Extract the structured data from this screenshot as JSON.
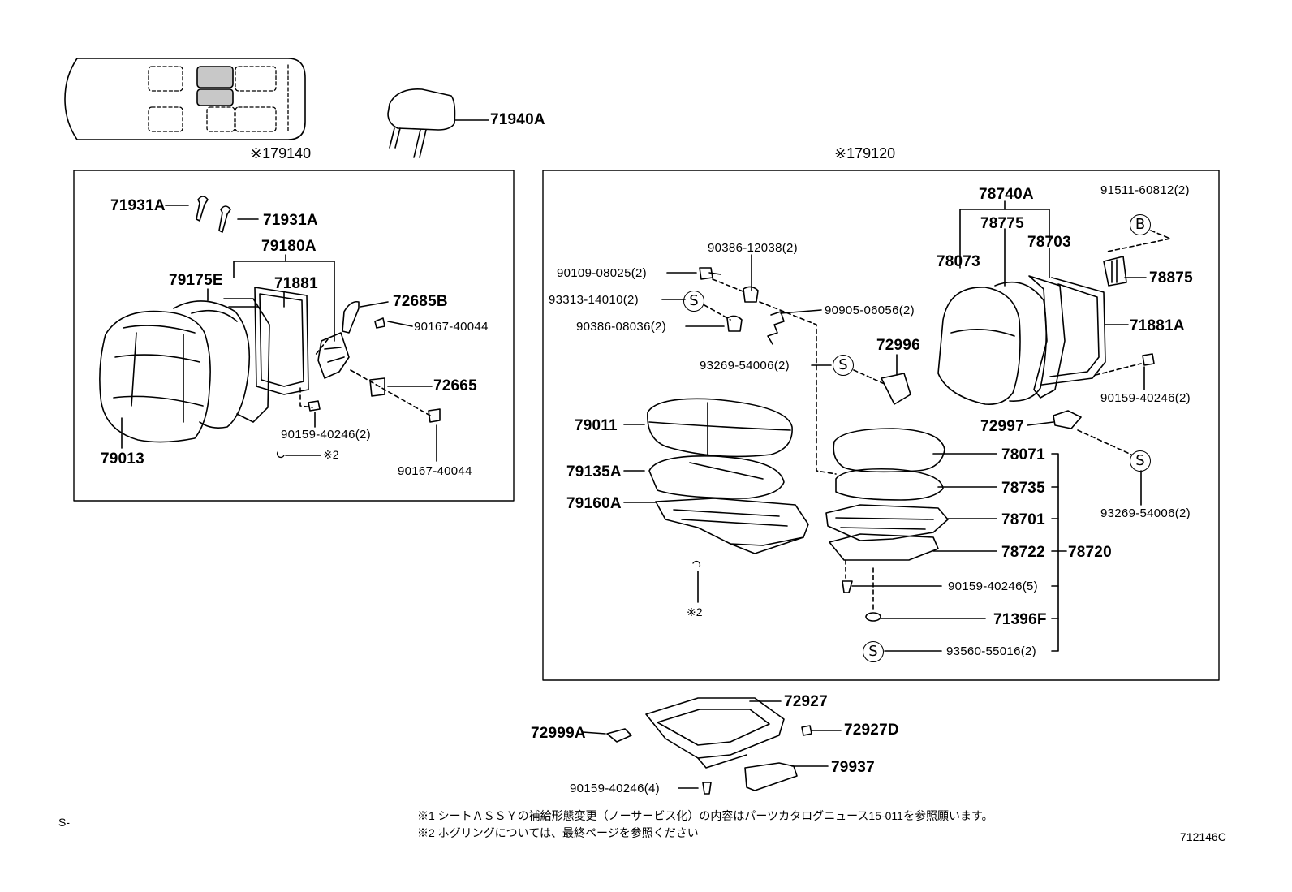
{
  "header": {
    "left_assembly": "※179140",
    "right_assembly": "※179120",
    "headrest_part": "71940A"
  },
  "left_box": {
    "parts": {
      "p71931a_1": "71931A",
      "p71931a_2": "71931A",
      "p79180a": "79180A",
      "p79175e": "79175E",
      "p71881": "71881",
      "p72685b": "72685B",
      "p90167_40044_a": "90167-40044",
      "p72665": "72665",
      "p90159_40246_2": "90159-40246(2)",
      "p79013": "79013",
      "p90167_40044_b": "90167-40044",
      "ref2": "※2"
    }
  },
  "right_box": {
    "parts": {
      "p78740a": "78740A",
      "p91511_60812": "91511-60812(2)",
      "p78775": "78775",
      "p78703": "78703",
      "p78073": "78073",
      "p90386_12038": "90386-12038(2)",
      "p90109_08025": "90109-08025(2)",
      "p78875": "78875",
      "p93313_14010": "93313-14010(2)",
      "p90905_06056": "90905-06056(2)",
      "p90386_08036": "90386-08036(2)",
      "p71881a": "71881A",
      "p72996": "72996",
      "p93269_54006_a": "93269-54006(2)",
      "p90159_40246_2": "90159-40246(2)",
      "p79011": "79011",
      "p72997": "72997",
      "p78071": "78071",
      "p79135a": "79135A",
      "p78735": "78735",
      "p93269_54006_b": "93269-54006(2)",
      "p79160a": "79160A",
      "p78701": "78701",
      "p78722": "78722",
      "p78720": "78720",
      "p90159_40246_5": "90159-40246(5)",
      "ref2": "※2",
      "p71396f": "71396F",
      "p93560_55016": "93560-55016(2)"
    },
    "symbols": {
      "b": "B",
      "s": "S"
    }
  },
  "bottom": {
    "p72927": "72927",
    "p72999a": "72999A",
    "p72927d": "72927D",
    "p79937": "79937",
    "p90159_40246_4": "90159-40246(4)"
  },
  "footer": {
    "left_code": "S-",
    "note1": "※1 シートＡＳＳＹの補給形態変更（ノーサービス化）の内容はパーツカタログニュース15-011を参照願います。",
    "note2": "※2 ホグリングについては、最終ページを参照ください",
    "diagram_id": "712146C"
  }
}
